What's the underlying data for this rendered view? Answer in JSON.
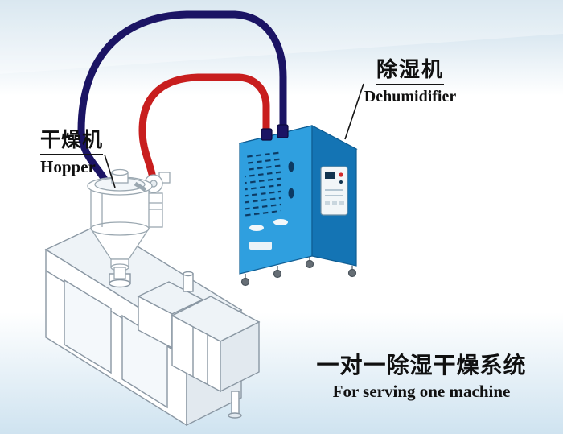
{
  "labels": {
    "dryer_cn": "干燥机",
    "dryer_en": "Hopper",
    "dehumidifier_cn": "除湿机",
    "dehumidifier_en": "Dehumidifier",
    "caption_cn": "一对一除湿干燥系统",
    "caption_en": "For serving one machine"
  },
  "colors": {
    "background_top": "#c6dbe9",
    "background_mid": "#ffffff",
    "background_bottom": "#cfe3f0",
    "pipe_return_air": "#1b1464",
    "pipe_dry_air": "#c81e1e",
    "cabinet_front": "#2f9fdf",
    "cabinet_side": "#1474b4",
    "cabinet_top": "#90ceef",
    "machine_outline": "#8a97a3",
    "label_text": "#101010"
  }
}
